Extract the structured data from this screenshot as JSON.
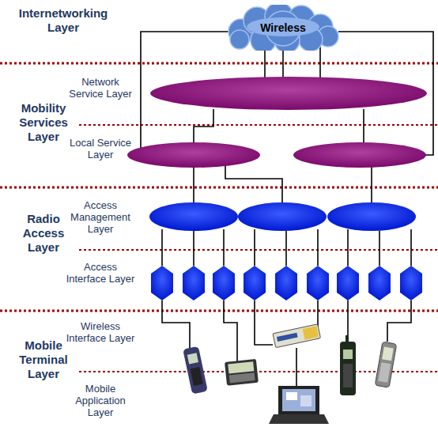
{
  "diagram": {
    "nodes": [
      {
        "text": [
          "Wireless"
        ]
      }
    ],
    "labels": [
      "Internetworking Layer",
      "Mobility Services Layer",
      "Network Service Layer",
      "Local Service Layer",
      "Radio Access Layer",
      "Access Management Layer",
      "Access Interface Layer",
      "Mobile Terminal Layer",
      "Wireless Interface Layer",
      "Mobile Application Layer"
    ]
  }
}
